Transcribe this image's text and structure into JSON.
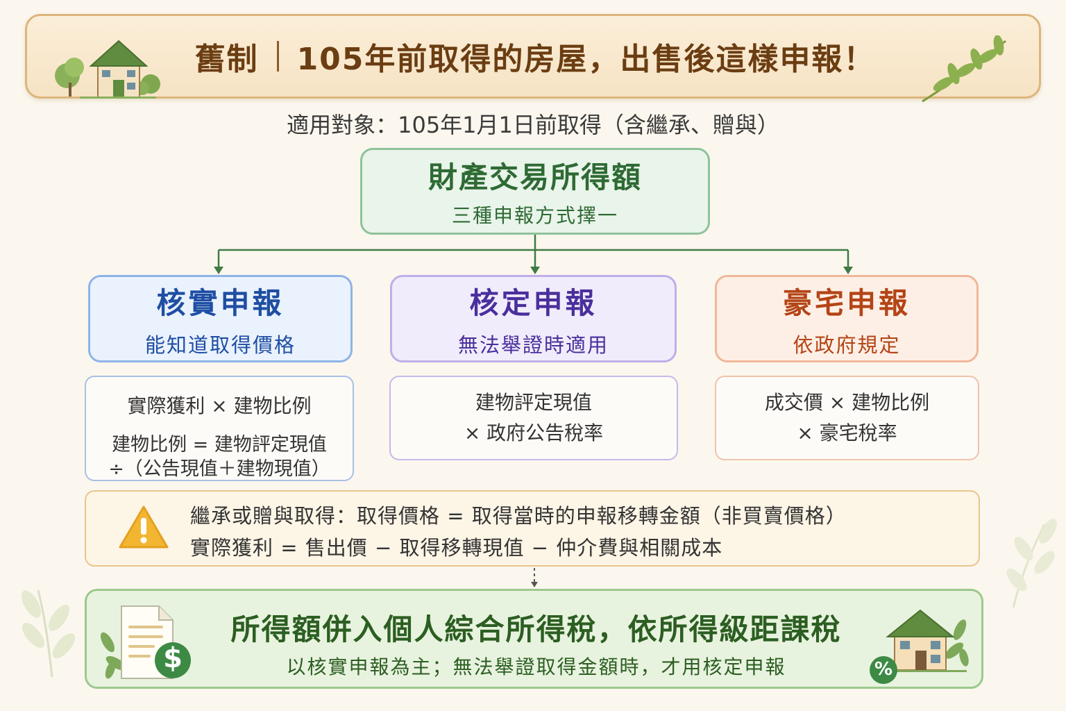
{
  "banner": {
    "title_left": "舊制",
    "title_right": "105年前取得的房屋，出售後這樣申報！"
  },
  "subtitle": "適用對象：105年1月1日前取得（含繼承、贈與）",
  "root": {
    "title": "財產交易所得額",
    "subtitle": "三種申報方式擇一"
  },
  "methods": [
    {
      "title": "核實申報",
      "subtitle": "能知道取得價格",
      "formula": [
        "實際獲利 × 建物比例",
        "建物比例 = 建物評定現值",
        "÷（公告現值＋建物現值）"
      ]
    },
    {
      "title": "核定申報",
      "subtitle": "無法舉證時適用",
      "formula": [
        "建物評定現值",
        "× 政府公告稅率"
      ]
    },
    {
      "title": "豪宅申報",
      "subtitle": "依政府規定",
      "formula": [
        "成交價 × 建物比例",
        "× 豪宅稅率"
      ]
    }
  ],
  "note": {
    "lines": [
      "繼承或贈與取得：取得價格 = 取得當時的申報移轉金額（非買賣價格）",
      "實際獲利 = 售出價 − 取得移轉現值 − 仲介費與相關成本"
    ]
  },
  "summary": {
    "title": "所得額併入個人綜合所得稅，依所得級距課稅",
    "subtitle": "以核實申報為主；無法舉證取得金額時，才用核定申報",
    "dollar_symbol": "$",
    "percent_symbol": "%"
  },
  "colors": {
    "green": "#2e7d32",
    "blue": "#1f4ea3",
    "purple": "#4a2f9c",
    "orange": "#b44416",
    "warning": "#f2b632"
  },
  "icons": [
    "house-icon",
    "leaf-branch-icon",
    "warning-icon",
    "document-icon",
    "dollar-coin-icon",
    "percent-badge-icon"
  ]
}
